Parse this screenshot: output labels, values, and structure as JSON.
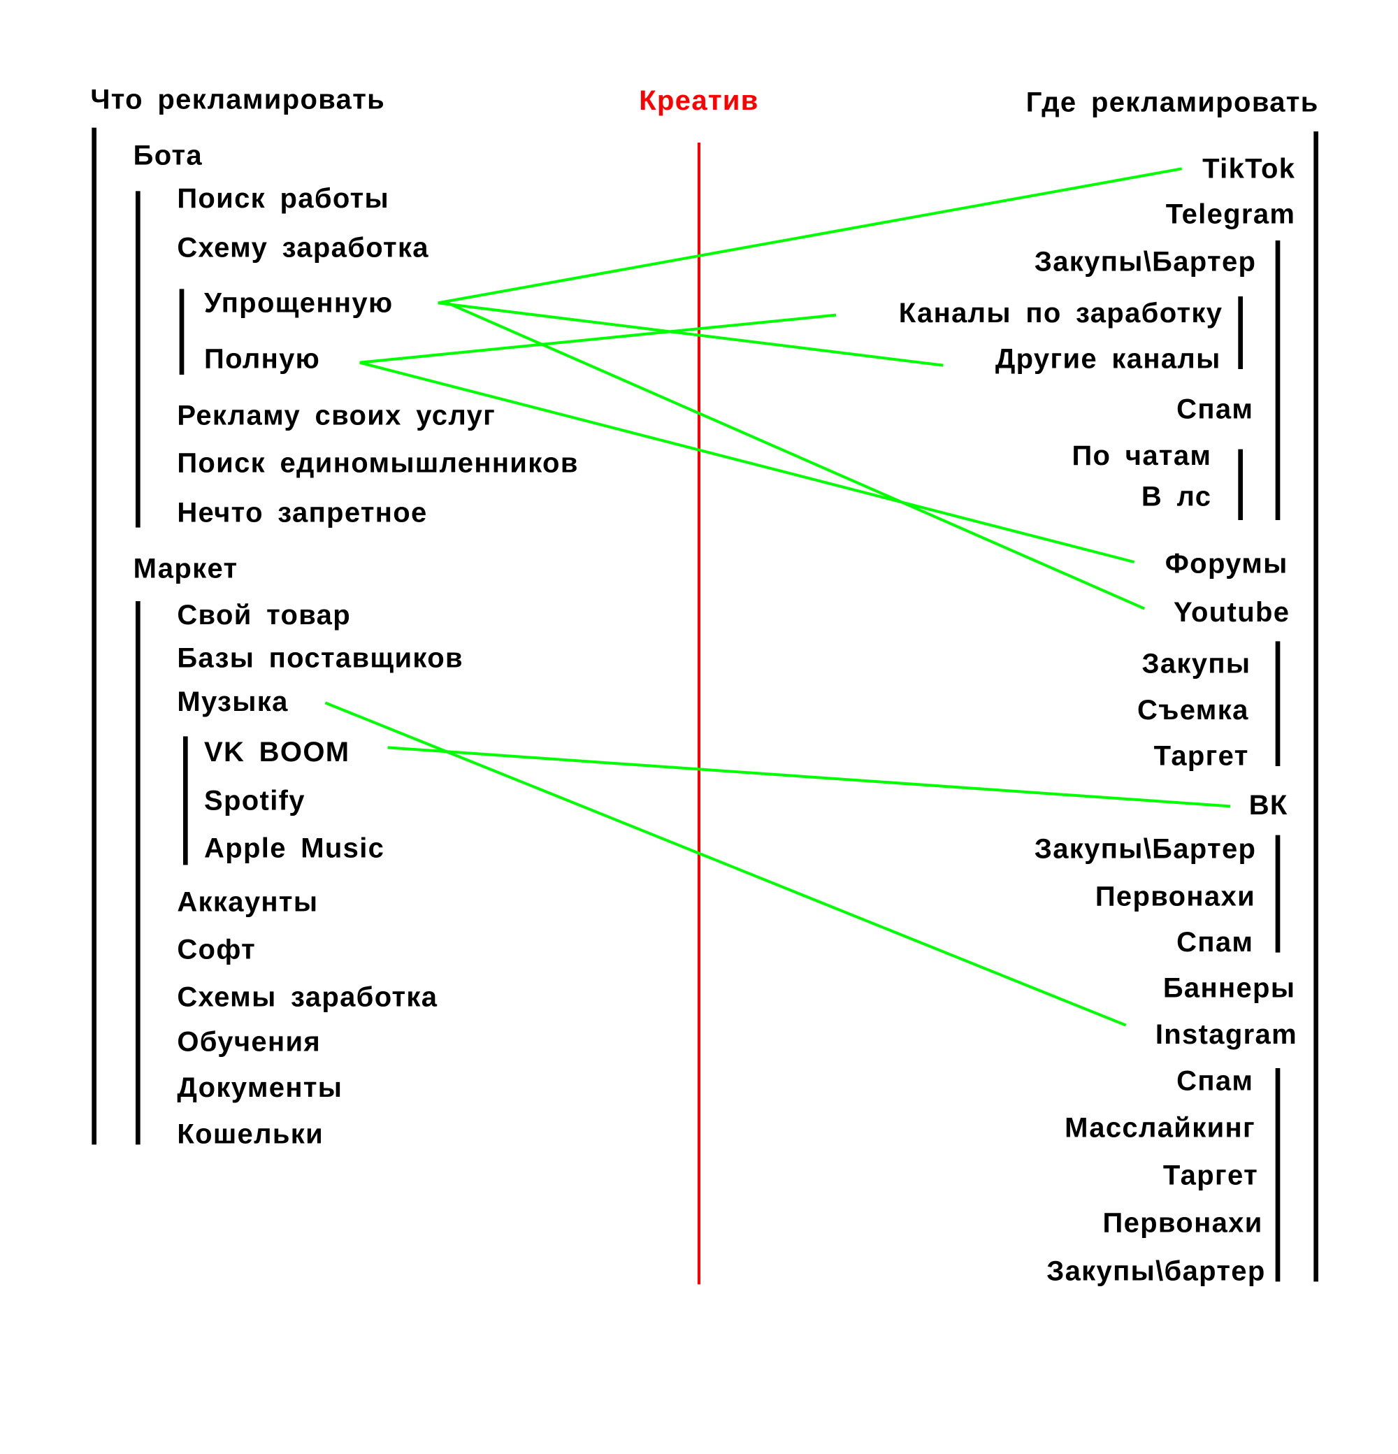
{
  "headers": {
    "what": "Что рекламировать",
    "creative": "Креатив",
    "where": "Где рекламировать"
  },
  "colors": {
    "creative": "#ff0000",
    "links": "#00ff00",
    "text": "#000000"
  },
  "left": {
    "bota": "Бота",
    "bota_items": [
      "Поиск работы",
      "Схему заработка",
      "Упрощенную",
      "Полную",
      "Рекламу своих услуг",
      "Поиск единомышленников",
      "Нечто запретное"
    ],
    "market": "Маркет",
    "market_items": [
      "Свой товар",
      "Базы поставщиков",
      "Музыка",
      "VK BOOM",
      "Spotify",
      "Apple Music",
      "Аккаунты",
      "Софт",
      "Схемы заработка",
      "Обучения",
      "Документы",
      "Кошельки"
    ]
  },
  "right": {
    "items": [
      "TikTok",
      "Telegram",
      "Закупы\\Бартер",
      "Каналы по заработку",
      "Другие каналы",
      "Спам",
      "По чатам",
      "В лс",
      "Форумы",
      "Youtube",
      "Закупы",
      "Съемка",
      "Таргет",
      "ВК",
      "Закупы\\Бартер",
      "Первонахи",
      "Спам",
      "Баннеры",
      "Instagram",
      "Спам",
      "Масслайкинг",
      "Таргет",
      "Первонахи",
      "Закупы\\бартер"
    ]
  }
}
